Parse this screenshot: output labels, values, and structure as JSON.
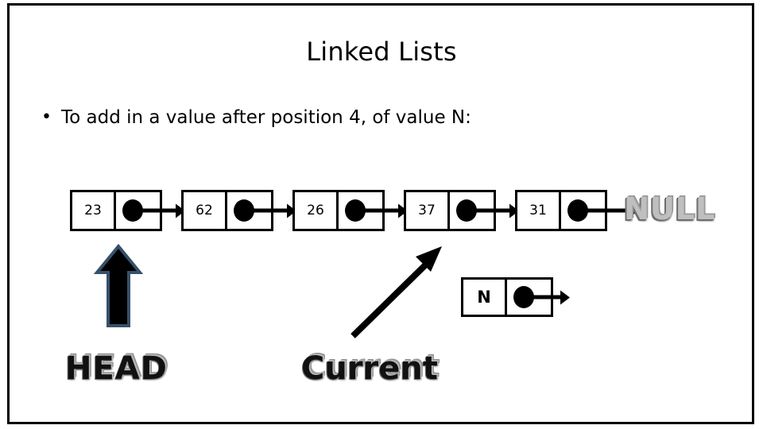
{
  "slide": {
    "title": "Linked Lists",
    "bullet_mark": "•",
    "bullet_text": "To add in a value after position 4, of value N:"
  },
  "list": {
    "nodes": [
      {
        "value": "23"
      },
      {
        "value": "62"
      },
      {
        "value": "26"
      },
      {
        "value": "37"
      },
      {
        "value": "31"
      }
    ],
    "terminator": "NULL"
  },
  "new_node": {
    "value": "N"
  },
  "labels": {
    "head": "HEAD",
    "current": "Current"
  },
  "colors": {
    "ink": "#000000",
    "background": "#ffffff",
    "frame": "#000000",
    "wordart_shadow": "#8f8f8f",
    "head_arrow_outline": "#36506b"
  }
}
